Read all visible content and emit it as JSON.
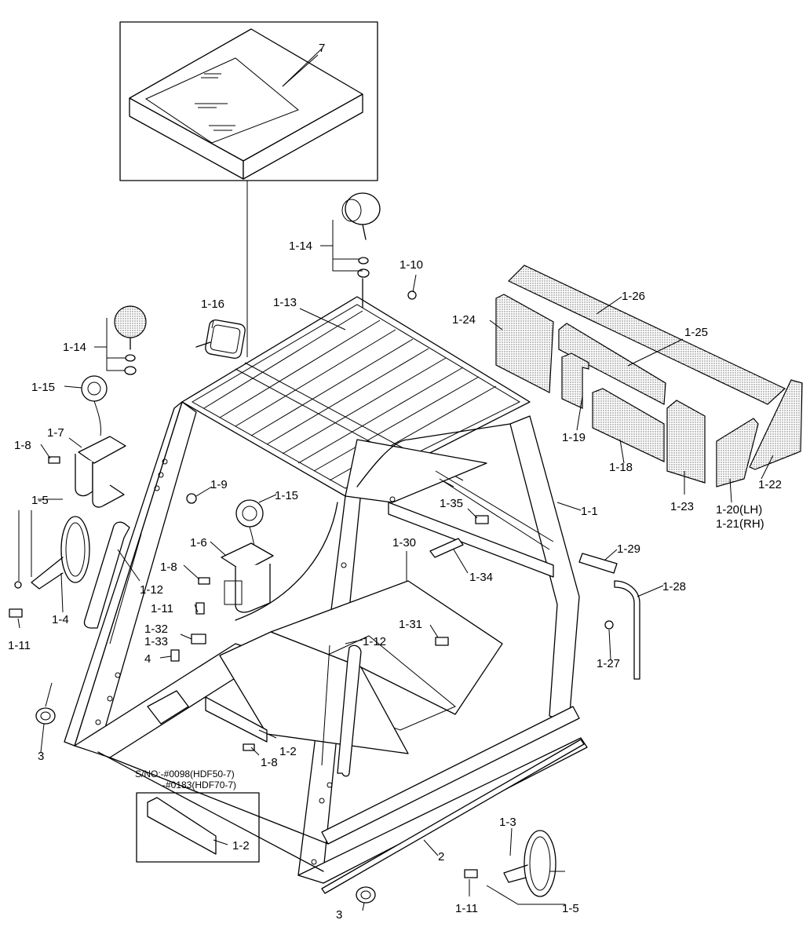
{
  "callouts": {
    "c1_1": "1-1",
    "c1_2a": "1-2",
    "c1_2b": "1-2",
    "c1_3": "1-3",
    "c1_4": "1-4",
    "c1_5a": "1-5",
    "c1_5b": "1-5",
    "c1_6": "1-6",
    "c1_7": "1-7",
    "c1_8a": "1-8",
    "c1_8b": "1-8",
    "c1_8c": "1-8",
    "c1_9": "1-9",
    "c1_10": "1-10",
    "c1_11a": "1-11",
    "c1_11b": "1-11",
    "c1_11c": "1-11",
    "c1_12a": "1-12",
    "c1_12b": "1-12",
    "c1_13": "1-13",
    "c1_14a": "1-14",
    "c1_14b": "1-14",
    "c1_15a": "1-15",
    "c1_15b": "1-15",
    "c1_16": "1-16",
    "c1_18": "1-18",
    "c1_19": "1-19",
    "c1_20": "1-20(LH)",
    "c1_21": "1-21(RH)",
    "c1_22": "1-22",
    "c1_23": "1-23",
    "c1_24": "1-24",
    "c1_25": "1-25",
    "c1_26": "1-26",
    "c1_27": "1-27",
    "c1_28": "1-28",
    "c1_29": "1-29",
    "c1_30": "1-30",
    "c1_31": "1-31",
    "c1_32": "1-32",
    "c1_33": "1-33",
    "c1_34": "1-34",
    "c1_35": "1-35",
    "c2": "2",
    "c3a": "3",
    "c3b": "3",
    "c4": "4",
    "c7": "7"
  },
  "serial_note": {
    "line1": "S/NO:-#0098(HDF50-7)",
    "line2": "-#0183(HDF70-7)"
  }
}
